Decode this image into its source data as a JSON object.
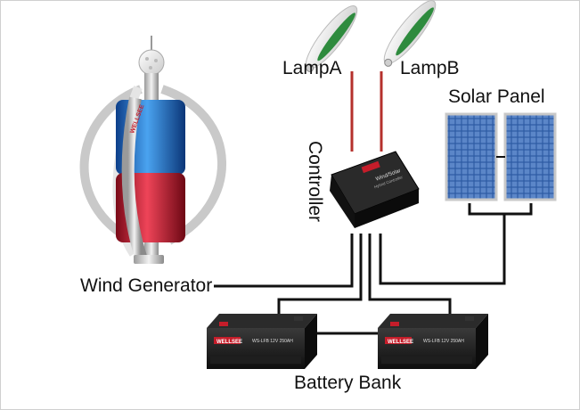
{
  "labels": {
    "lamp_a": "LampA",
    "lamp_b": "LampB",
    "solar_panel": "Solar Panel",
    "controller": "Controller",
    "wind_generator": "Wind Generator",
    "battery_bank": "Battery Bank"
  },
  "device_text": {
    "brand": "WELLSEE",
    "controller_line1": "Wind/Solar",
    "controller_line2": "Hybrid Controller",
    "battery_model": "WS-LFB 12V 250AH"
  },
  "colors": {
    "wire": "#111111",
    "lamp_wire": "#c0392b",
    "blade_red": "#c8142c",
    "blade_blue": "#1565c0",
    "panel_blue": "#2f5fa8",
    "lamp_green": "#2e8b3e"
  }
}
